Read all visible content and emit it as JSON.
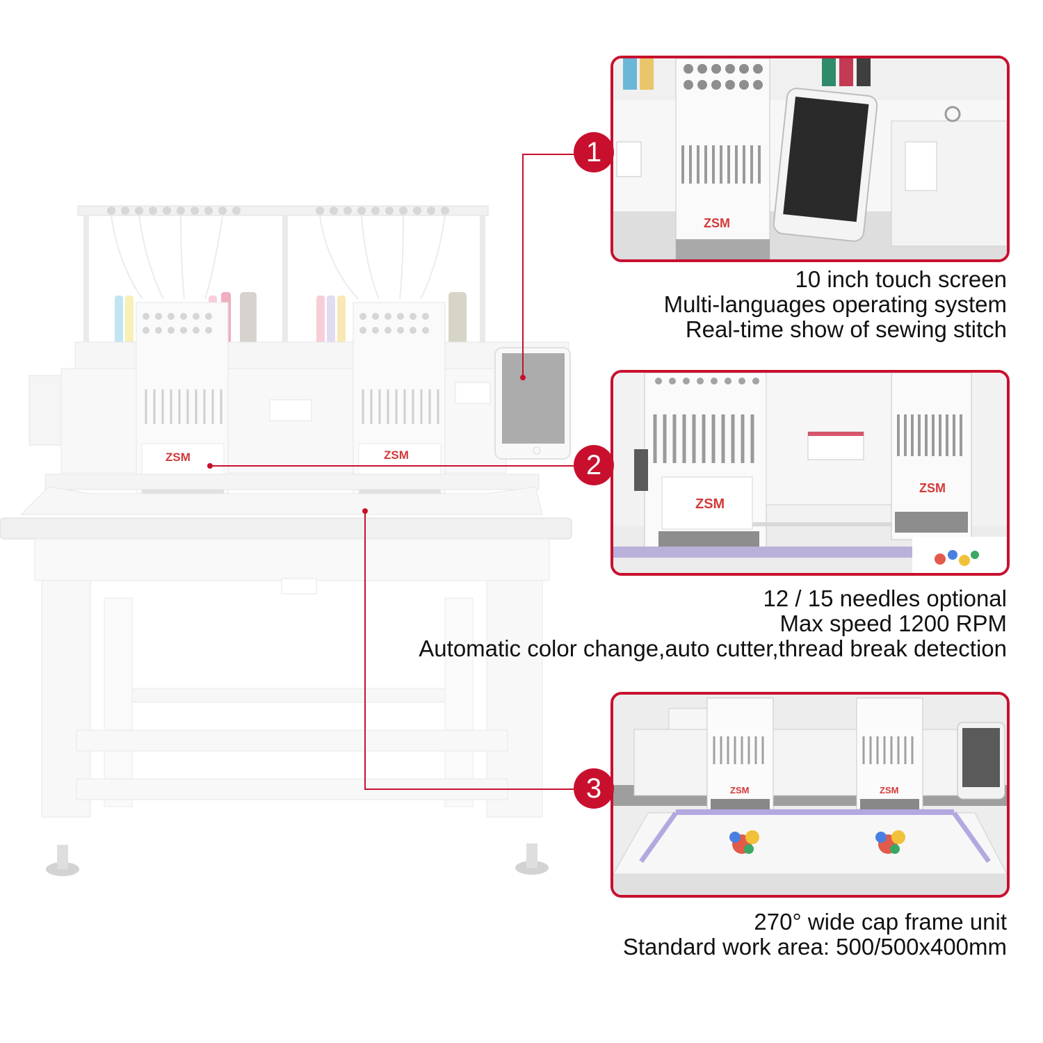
{
  "brand_label": "ZSM",
  "accent_color": "#c8102e",
  "callouts": [
    {
      "number": "1",
      "lines": [
        "10 inch touch screen",
        "Multi-languages operating system",
        "Real-time show of sewing stitch"
      ]
    },
    {
      "number": "2",
      "lines": [
        "12 / 15 needles optional",
        "Max speed 1200 RPM",
        "Automatic color change,auto cutter,thread break detection"
      ]
    },
    {
      "number": "3",
      "lines": [
        "270° wide cap frame unit",
        "Standard work area: 500/500x400mm"
      ]
    }
  ]
}
